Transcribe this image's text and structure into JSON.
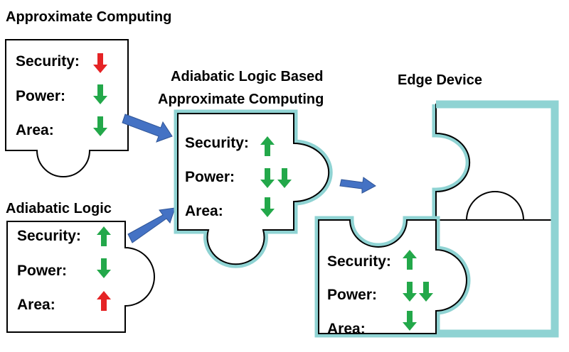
{
  "colors": {
    "up": "#23a84a",
    "down_green": "#23a84a",
    "up_red": "#e52325",
    "down_red": "#e52325",
    "flow_arrow": "#4472c4",
    "glow": "#8fd3d3",
    "outline": "#000000"
  },
  "approx": {
    "title": "Approximate Computing",
    "rows": [
      {
        "label": "Security:",
        "arrows": [
          "down-red"
        ]
      },
      {
        "label": "Power:",
        "arrows": [
          "down-green"
        ]
      },
      {
        "label": "Area:",
        "arrows": [
          "down-green"
        ]
      }
    ]
  },
  "adiabatic": {
    "title": "Adiabatic Logic",
    "rows": [
      {
        "label": "Security:",
        "arrows": [
          "up-green"
        ]
      },
      {
        "label": "Power:",
        "arrows": [
          "down-green"
        ]
      },
      {
        "label": "Area:",
        "arrows": [
          "up-red"
        ]
      }
    ]
  },
  "combined": {
    "title_line1": "Adiabatic Logic Based",
    "title_line2": "Approximate Computing",
    "rows": [
      {
        "label": "Security:",
        "arrows": [
          "up-green"
        ]
      },
      {
        "label": "Power:",
        "arrows": [
          "down-green",
          "down-green"
        ]
      },
      {
        "label": "Area:",
        "arrows": [
          "down-green"
        ]
      }
    ]
  },
  "edge": {
    "title": "Edge Device",
    "rows": [
      {
        "label": "Security:",
        "arrows": [
          "up-green"
        ]
      },
      {
        "label": "Power:",
        "arrows": [
          "down-green",
          "down-green"
        ]
      },
      {
        "label": "Area:",
        "arrows": [
          "down-green"
        ]
      }
    ]
  }
}
